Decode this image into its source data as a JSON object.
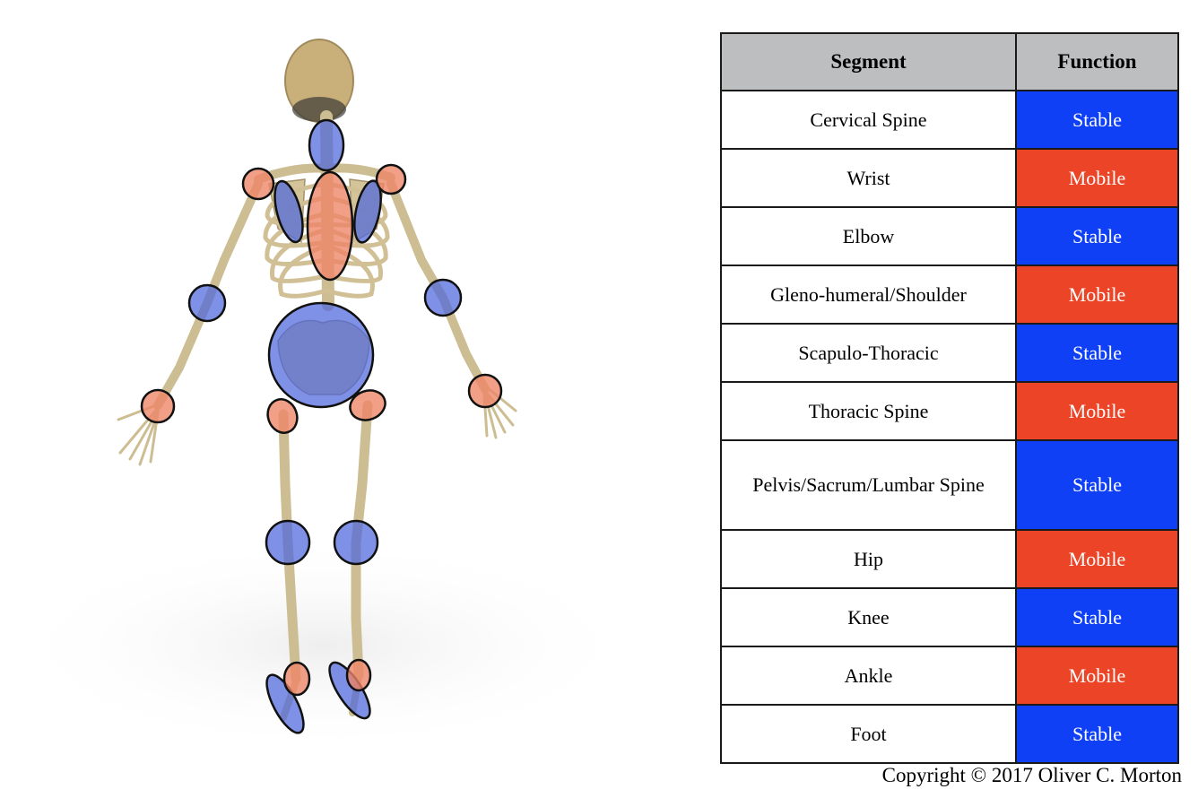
{
  "table": {
    "headers": {
      "segment": "Segment",
      "function": "Function"
    },
    "rows": [
      {
        "segment": "Cervical Spine",
        "function": "Stable"
      },
      {
        "segment": "Wrist",
        "function": "Mobile"
      },
      {
        "segment": "Elbow",
        "function": "Stable"
      },
      {
        "segment": "Gleno-humeral/Shoulder",
        "function": "Mobile"
      },
      {
        "segment": "Scapulo-Thoracic",
        "function": "Stable"
      },
      {
        "segment": "Thoracic Spine",
        "function": "Mobile"
      },
      {
        "segment": "Pelvis/Sacrum/Lumbar Spine",
        "function": "Stable"
      },
      {
        "segment": "Hip",
        "function": "Mobile"
      },
      {
        "segment": "Knee",
        "function": "Stable"
      },
      {
        "segment": "Ankle",
        "function": "Mobile"
      },
      {
        "segment": "Foot",
        "function": "Stable"
      }
    ]
  },
  "colors": {
    "stable": "#0f40f5",
    "mobile": "#ec4426",
    "header_bg": "#bcbec0",
    "bone": "#d4c49a"
  },
  "copyright": "Copyright © 2017 Oliver C. Morton"
}
